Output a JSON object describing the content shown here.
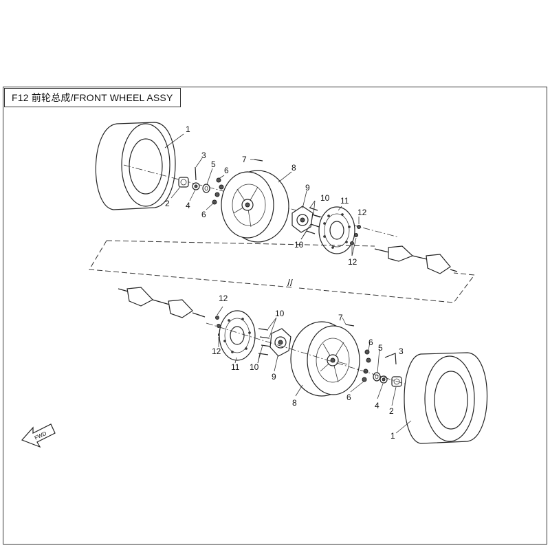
{
  "title": "F12 前轮总成/FRONT WHEEL ASSY",
  "callouts": {
    "top": [
      "1",
      "2",
      "3",
      "4",
      "5",
      "6",
      "6",
      "7",
      "8",
      "9",
      "10",
      "10",
      "11",
      "12",
      "12"
    ],
    "bottom": [
      "12",
      "12",
      "10",
      "10",
      "11",
      "9",
      "7",
      "6",
      "5",
      "3",
      "8",
      "6",
      "4",
      "2",
      "1"
    ]
  },
  "fwd_label": "FWD",
  "break_mark": "//"
}
